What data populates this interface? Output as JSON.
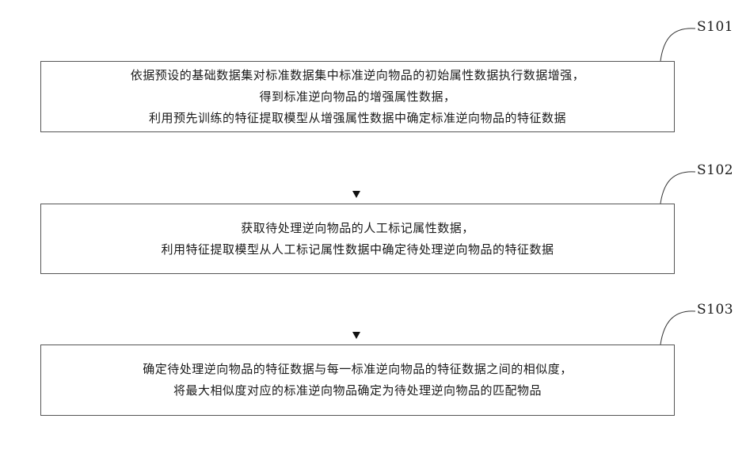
{
  "flowchart": {
    "steps": [
      {
        "label": "S101",
        "lines": [
          "依据预设的基础数据集对标准数据集中标准逆向物品的初始属性数据执行数据增强，",
          "得到标准逆向物品的增强属性数据，",
          "利用预先训练的特征提取模型从增强属性数据中确定标准逆向物品的特征数据"
        ]
      },
      {
        "label": "S102",
        "lines": [
          "获取待处理逆向物品的人工标记属性数据，",
          "利用特征提取模型从人工标记属性数据中确定待处理逆向物品的特征数据"
        ]
      },
      {
        "label": "S103",
        "lines": [
          "确定待处理逆向物品的特征数据与每一标准逆向物品的特征数据之间的相似度，",
          "将最大相似度对应的标准逆向物品确定为待处理逆向物品的匹配物品"
        ]
      }
    ]
  }
}
